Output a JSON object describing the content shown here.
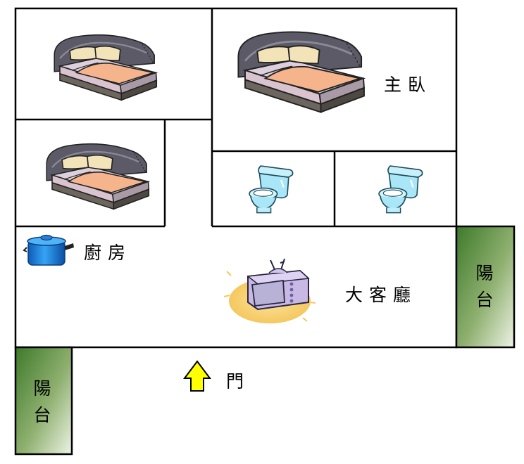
{
  "floor_plan": {
    "rooms": {
      "master_bedroom": "主臥",
      "kitchen": "廚房",
      "living_room": "大客廳",
      "balcony_right": [
        "陽",
        "台"
      ],
      "balcony_left": [
        "陽",
        "台"
      ],
      "door": "門"
    },
    "icons": [
      "bed-icon",
      "bed-icon",
      "bed-icon",
      "toilet-icon",
      "toilet-icon",
      "cooking-pot-icon",
      "television-icon",
      "up-arrow-icon"
    ],
    "colors": {
      "balcony_dark": "#3e7a2a",
      "balcony_light": "#eef3e6",
      "arrow": "#ffff00",
      "bed_frame": "#5b5a66",
      "bed_cover": "#f6b48c",
      "toilet": "#a8e6f8",
      "pot": "#1e88e5",
      "tv_case": "#c7b8e4",
      "tv_glow": "#f9d983"
    }
  }
}
